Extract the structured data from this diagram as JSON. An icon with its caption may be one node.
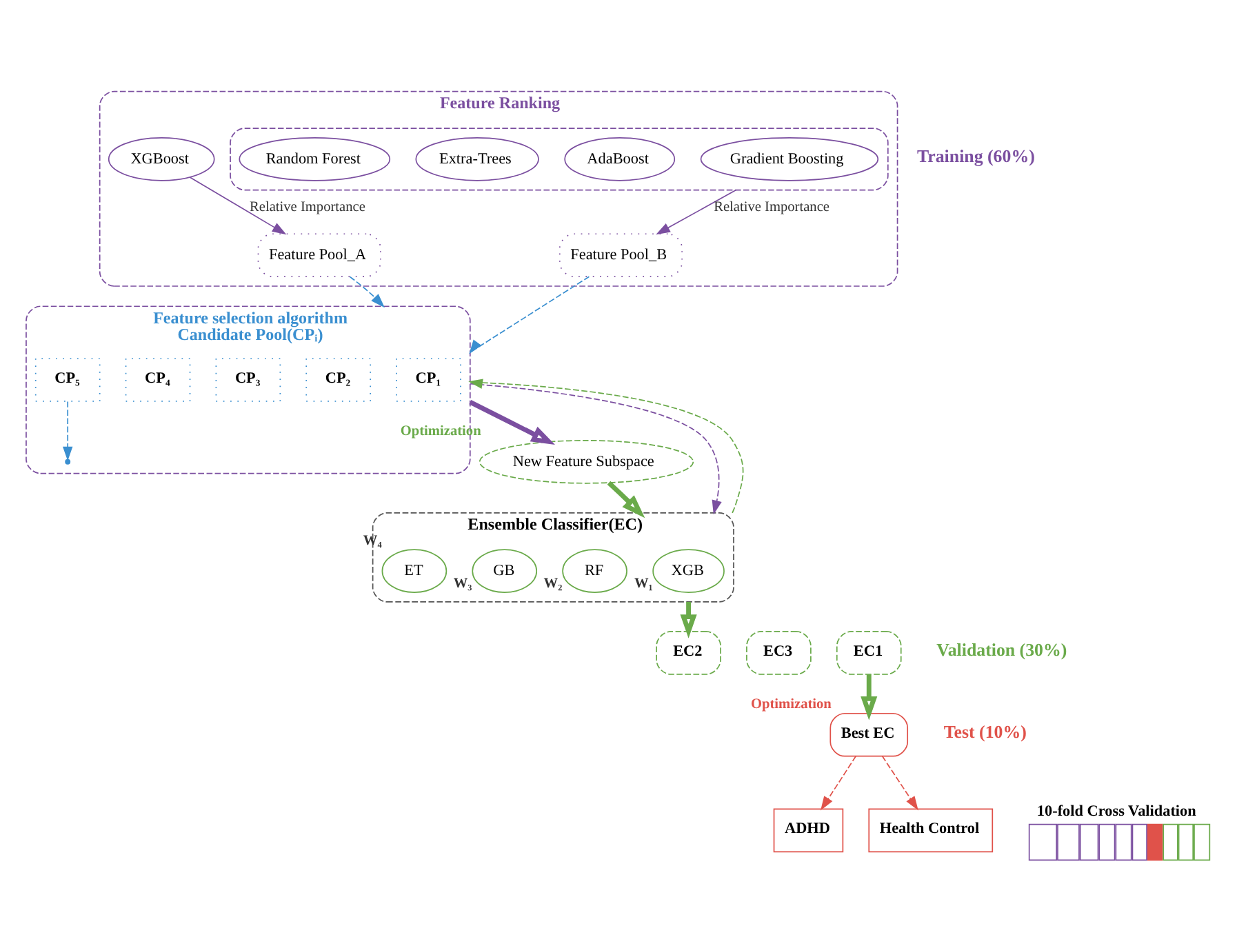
{
  "diagram": {
    "nodes": [
      {
        "text": [
          "Feature Ranking"
        ]
      },
      {
        "text": [
          "XGBoost"
        ],
        "in": 0
      },
      {
        "text": [],
        "shape": "ellipse",
        "in": 0
      },
      {
        "text": [
          "Gradient Boosting"
        ],
        "in": 2
      },
      {
        "text": [
          "AdaBoost"
        ],
        "in": 2
      },
      {
        "text": [
          "Extra-Trees"
        ],
        "in": 2
      },
      {
        "text": [
          "Random Forest"
        ],
        "in": 2
      },
      {
        "text": [
          "Feature Pool_A"
        ],
        "in": 0
      },
      {
        "text": [
          "Feature Pool_B"
        ],
        "in": 0
      },
      {
        "text": [
          "Feature selection algorithm",
          "Candidate Pool(CPᵢ)"
        ]
      },
      {
        "text": [
          "CP₁"
        ],
        "in": 9
      },
      {
        "text": [
          "CP₂"
        ],
        "in": 9
      },
      {
        "text": [
          "CP₃"
        ],
        "in": 9
      },
      {
        "text": [
          "CP₄"
        ],
        "in": 9
      },
      {
        "text": [
          "CP₅"
        ],
        "in": 9
      },
      {
        "text": [
          "New Feature Subspace"
        ],
        "beside": [
          "Optimization"
        ]
      },
      {
        "text": [
          "Ensemble Classifier(EC)"
        ]
      },
      {
        "text": [
          "XGB"
        ],
        "in": 16,
        "beside": [
          "W₁"
        ]
      },
      {
        "text": [
          "RF"
        ],
        "in": 16,
        "beside": [
          "W₂"
        ]
      },
      {
        "text": [
          "GB"
        ],
        "in": 16,
        "beside": [
          "W₃"
        ]
      },
      {
        "text": [
          "ET"
        ],
        "in": 16,
        "beside": [
          "W₄"
        ]
      },
      {
        "text": [
          "EC3"
        ]
      },
      {
        "text": [
          "EC2"
        ]
      },
      {
        "text": [
          "EC1"
        ]
      },
      {
        "text": [
          "Best EC"
        ],
        "beside": [
          "Optimization"
        ]
      },
      {
        "text": [
          "ADHD"
        ]
      },
      {
        "text": [
          "Health Control"
        ]
      }
    ],
    "edges": [
      {
        "from": 1,
        "to": 7,
        "arrow": "to",
        "label": "Relative Importance",
        "color": "#7b4fa0"
      },
      {
        "from": 2,
        "to": 8,
        "arrow": "to",
        "label": "Relative Importance",
        "color": "#7b4fa0"
      },
      {
        "from": 7,
        "to": 9,
        "arrow": "to",
        "style": "dashed",
        "color": "#3a8fd0"
      },
      {
        "from": 8,
        "to": 9,
        "arrow": "to",
        "style": "dashed",
        "color": "#3a8fd0"
      },
      {
        "from": 14,
        "to": null,
        "arrow": "to",
        "style": "dashed",
        "color": "#3a8fd0"
      },
      {
        "from": 9,
        "to": 16,
        "arrow": "to",
        "style": "dashed",
        "color": "#7b4fa0"
      },
      {
        "from": 16,
        "to": 9,
        "arrow": "to",
        "style": "dashed",
        "color": "#6aaa4a"
      },
      {
        "from": 9,
        "to": 15,
        "arrow": "to",
        "style": "thick",
        "color": "#7b4fa0"
      },
      {
        "from": 15,
        "to": 16,
        "arrow": "to",
        "style": "thick",
        "color": "#6aaa4a"
      },
      {
        "from": 16,
        "to": 22,
        "arrow": "to",
        "style": "thick",
        "color": "#6aaa4a"
      },
      {
        "from": 23,
        "to": 24,
        "arrow": "to",
        "style": "thick",
        "color": "#6aaa4a"
      },
      {
        "from": 24,
        "to": 25,
        "arrow": "to",
        "style": "dashed",
        "color": "#e0524a"
      },
      {
        "from": 24,
        "to": 26,
        "arrow": "to",
        "style": "dashed",
        "color": "#e0524a"
      }
    ],
    "labels": [
      "Training (60%)",
      "Validation (30%)",
      "Test (10%)",
      "10-fold Cross Validation"
    ]
  }
}
